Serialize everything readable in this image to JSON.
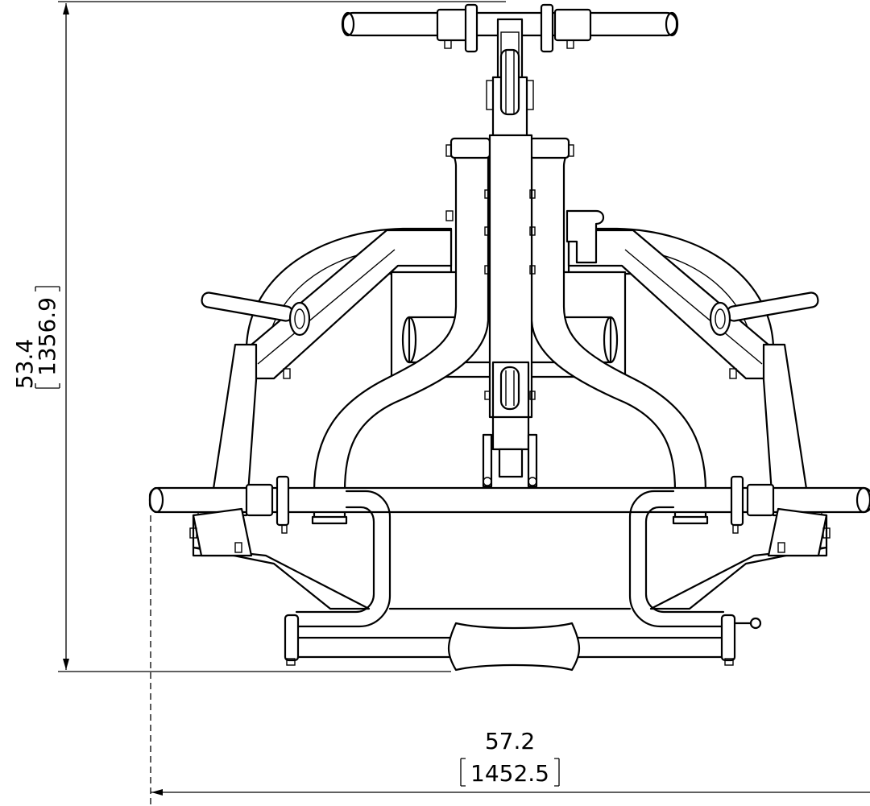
{
  "dimensions": {
    "height": {
      "inches": "53.4",
      "millimeters": "1356.9"
    },
    "width": {
      "inches": "57.2",
      "millimeters": "1452.5"
    }
  }
}
